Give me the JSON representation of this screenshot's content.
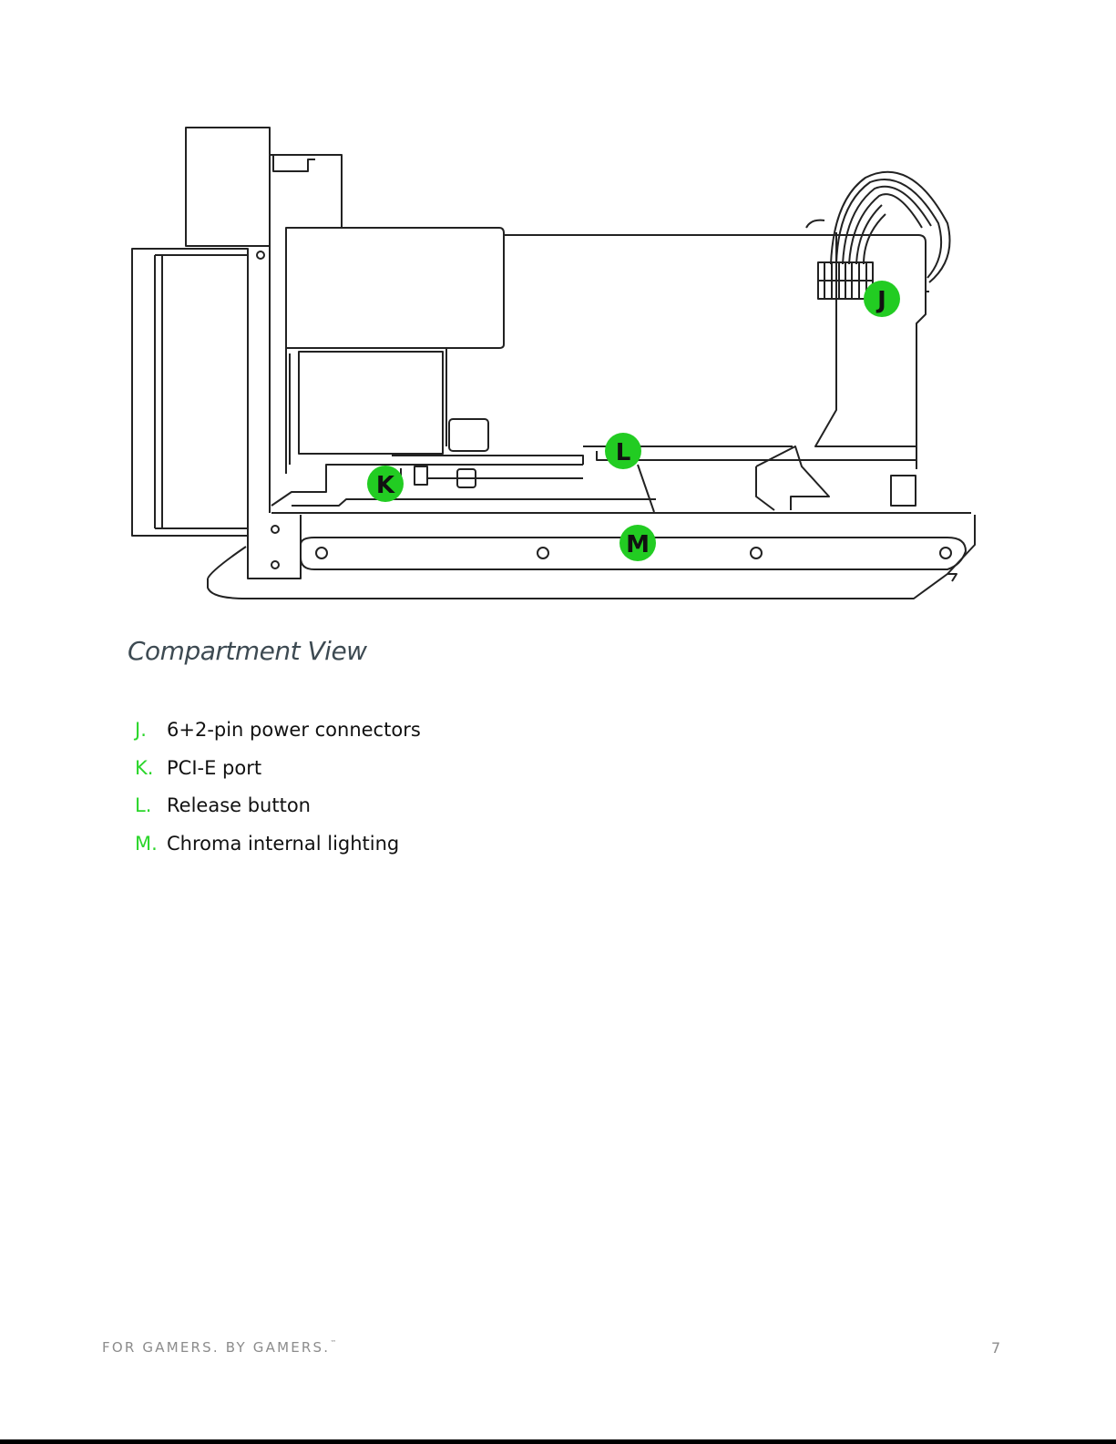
{
  "diagram": {
    "callouts": [
      {
        "letter": "J"
      },
      {
        "letter": "K"
      },
      {
        "letter": "L"
      },
      {
        "letter": "M"
      }
    ]
  },
  "section_title": "Compartment View",
  "legend": [
    {
      "letter": "J.",
      "text": "6+2-pin power connectors"
    },
    {
      "letter": "K.",
      "text": "PCI-E port"
    },
    {
      "letter": "L.",
      "text": "Release button"
    },
    {
      "letter": "M.",
      "text": "Chroma internal lighting"
    }
  ],
  "footer": {
    "tagline": "FOR GAMERS. BY GAMERS.",
    "trademark": "™",
    "page_number": "7"
  },
  "colors": {
    "accent": "#2bd62b",
    "callout_fill": "#22cc22",
    "text": "#111111",
    "footer_text": "#8c8c8c"
  }
}
